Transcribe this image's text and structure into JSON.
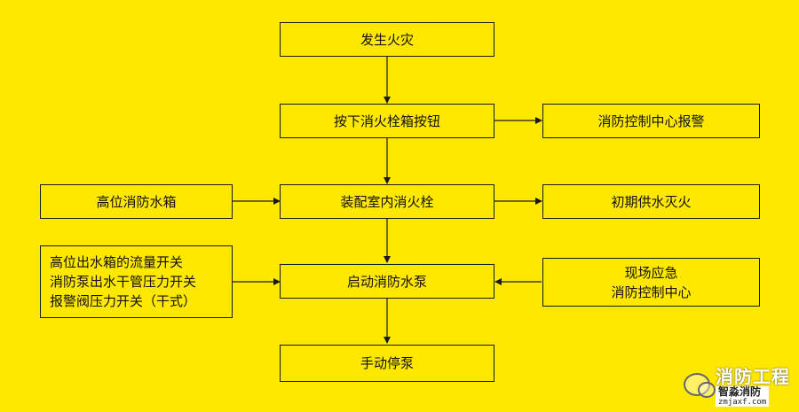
{
  "nodes": {
    "fire": "发生火灾",
    "press_button": "按下消火栓箱按钮",
    "control_alarm": "消防控制中心报警",
    "high_tank": "高位消防水箱",
    "hydrant": "装配室内消火栓",
    "initial_supply": "初期供水灭火",
    "switches": [
      "高位出水箱的流量开关",
      "消防泵出水干管压力开关",
      "报警阀压力开关（干式）"
    ],
    "start_pump": "启动消防水泵",
    "site_control": [
      "现场应急",
      "消防控制中心"
    ],
    "stop_pump": "手动停泵"
  },
  "watermark": {
    "main": "消防工程",
    "sub_name": "智淼消防",
    "sub_url": "zmjaxf.com"
  },
  "colors": {
    "background": "#FFE800",
    "border": "#1a1a1a"
  }
}
